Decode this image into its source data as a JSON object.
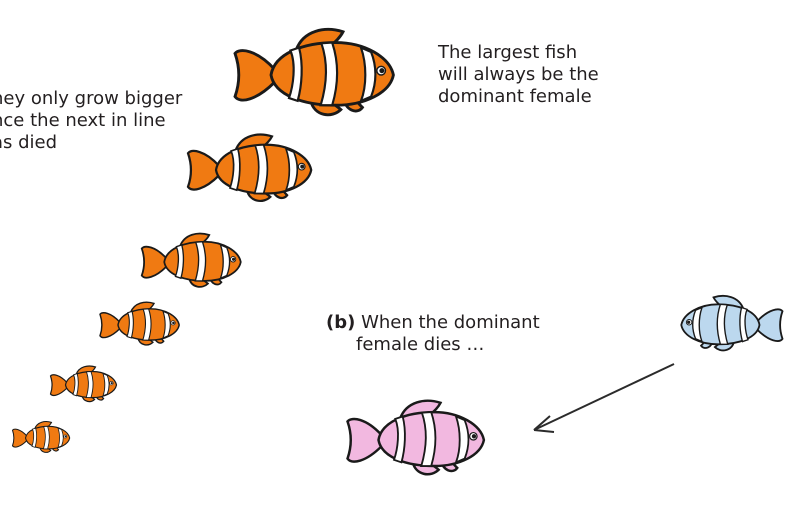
{
  "texts": {
    "left_line1": "hey only grow bigger",
    "left_line2": "nce the next in line",
    "left_line3": "as died",
    "top_line1": "The largest fish",
    "top_line2": "will always be the",
    "top_line3": "dominant female",
    "b_label": "(b)",
    "b_line1": "When the dominant",
    "b_line2": "female dies …"
  },
  "colors": {
    "orange_fish": "#f07a12",
    "outline": "#1a1a1a",
    "white_stripe": "#ffffff",
    "pink_fish": "#f2b8e0",
    "blue_fish": "#bcd8ee",
    "arrow": "#2b2b2b"
  }
}
